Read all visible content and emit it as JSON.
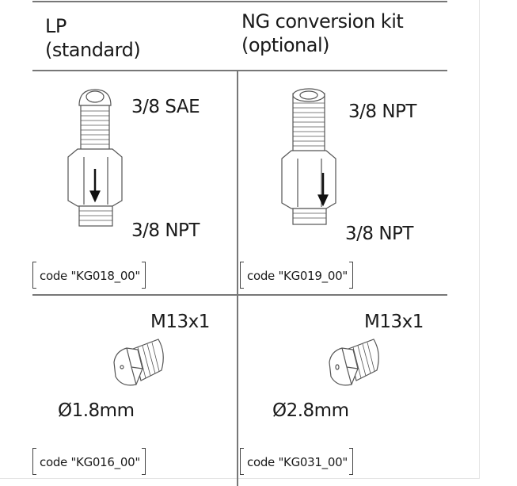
{
  "header": {
    "left_title": "LP",
    "left_subtitle": "(standard)",
    "right_title": "NG conversion kit",
    "right_subtitle": "(optional)"
  },
  "cells": [
    {
      "top_label": "3/8 SAE",
      "bottom_label": "3/8 NPT",
      "code": "code \"KG018_00\""
    },
    {
      "top_label": "3/8 NPT",
      "bottom_label": "3/8 NPT",
      "code": "code \"KG019_00\""
    },
    {
      "top_label": "M13x1",
      "bottom_label": "Ø1.8mm",
      "code": "code \"KG016_00\""
    },
    {
      "top_label": "M13x1",
      "bottom_label": "Ø2.8mm",
      "code": "code \"KG031_00\""
    }
  ]
}
